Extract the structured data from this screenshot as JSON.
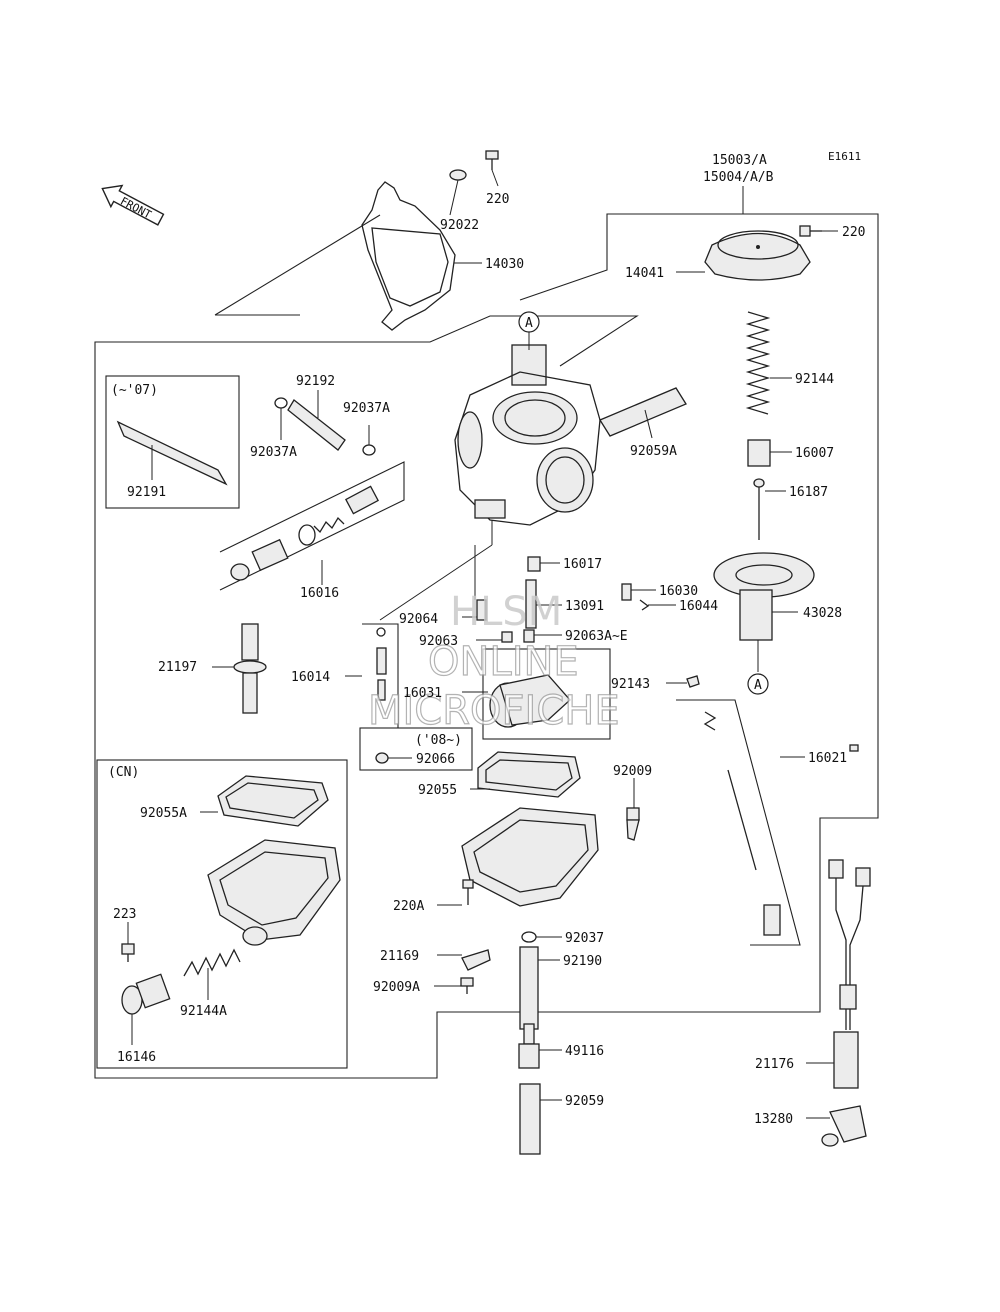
{
  "diagram_code": "E1611",
  "front_label": "FRONT",
  "watermark": {
    "line1": "HLSM",
    "line2": "ONLINE",
    "line3": "MICROFICHE"
  },
  "ref_marker": "A",
  "notes": {
    "pre07": "(~'07)",
    "from08": "('08~)",
    "cn": "(CN)"
  },
  "labels": {
    "p15003": "15003/A",
    "p15004": "15004/A/B",
    "p220_top": "220",
    "p220_cap": "220",
    "p92022": "92022",
    "p14030": "14030",
    "p14041": "14041",
    "p92144": "92144",
    "p92192": "92192",
    "p92037A_r": "92037A",
    "p92037A_l": "92037A",
    "p92059A": "92059A",
    "p16007": "16007",
    "p16187": "16187",
    "p92191": "92191",
    "p16016": "16016",
    "p16017": "16017",
    "p16030": "16030",
    "p16044": "16044",
    "p43028": "43028",
    "p92064": "92064",
    "p13091": "13091",
    "p92063": "92063",
    "p92063AE": "92063A~E",
    "p21197": "21197",
    "p16014": "16014",
    "p16031": "16031",
    "p92143": "92143",
    "p92066": "92066",
    "p16021": "16021",
    "p92009": "92009",
    "p92055": "92055",
    "p92055A": "92055A",
    "p220A": "220A",
    "p223": "223",
    "p92037": "92037",
    "p21169": "21169",
    "p92190": "92190",
    "p92009A": "92009A",
    "p92144A": "92144A",
    "p49116": "49116",
    "p16146": "16146",
    "p21176": "21176",
    "p92059": "92059",
    "p13280": "13280"
  }
}
